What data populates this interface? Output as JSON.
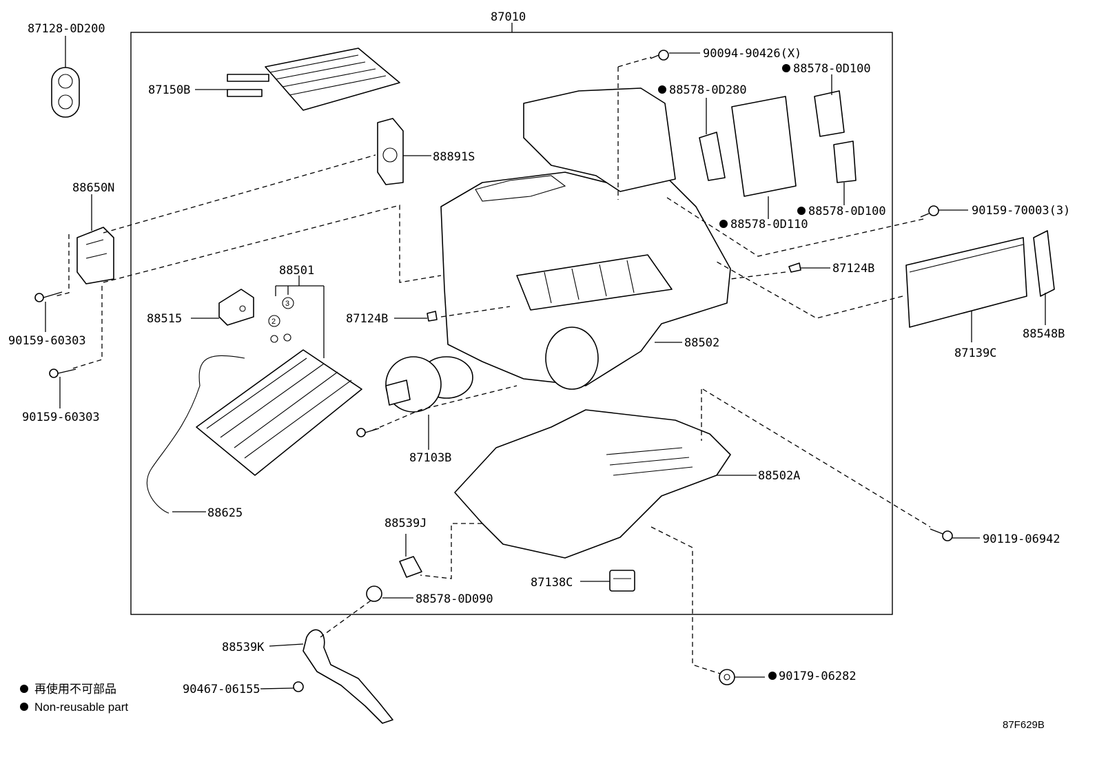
{
  "parts": {
    "p87010": "87010",
    "p87128": "87128-0D200",
    "p87150": "87150B",
    "p88891": "88891S",
    "p88650": "88650N",
    "p90159a": "90159-60303",
    "p90159b": "90159-60303",
    "p88501": "88501",
    "p88515": "88515",
    "p88625": "88625",
    "p87124a": "87124B",
    "p87124b": "87124B",
    "p88502": "88502",
    "p87103": "87103B",
    "p88502a": "88502A",
    "p88539j": "88539J",
    "p88578_090": "88578-0D090",
    "p87138": "87138C",
    "p88539k": "88539K",
    "p90467": "90467-06155",
    "p90179": "90179-06282",
    "p90119": "90119-06942",
    "p90094": "90094-90426(X)",
    "p88578_100a": "88578-0D100",
    "p88578_280": "88578-0D280",
    "p88578_100b": "88578-0D100",
    "p88578_110": "88578-0D110",
    "p90159_700": "90159-70003(3)",
    "p87139": "87139C",
    "p88548": "88548B"
  },
  "callouts": {
    "c2": "2",
    "c3": "3"
  },
  "legend": {
    "jp": "再使用不可部品",
    "en": "Non-reusable part"
  },
  "diagram_code": "87F629B"
}
